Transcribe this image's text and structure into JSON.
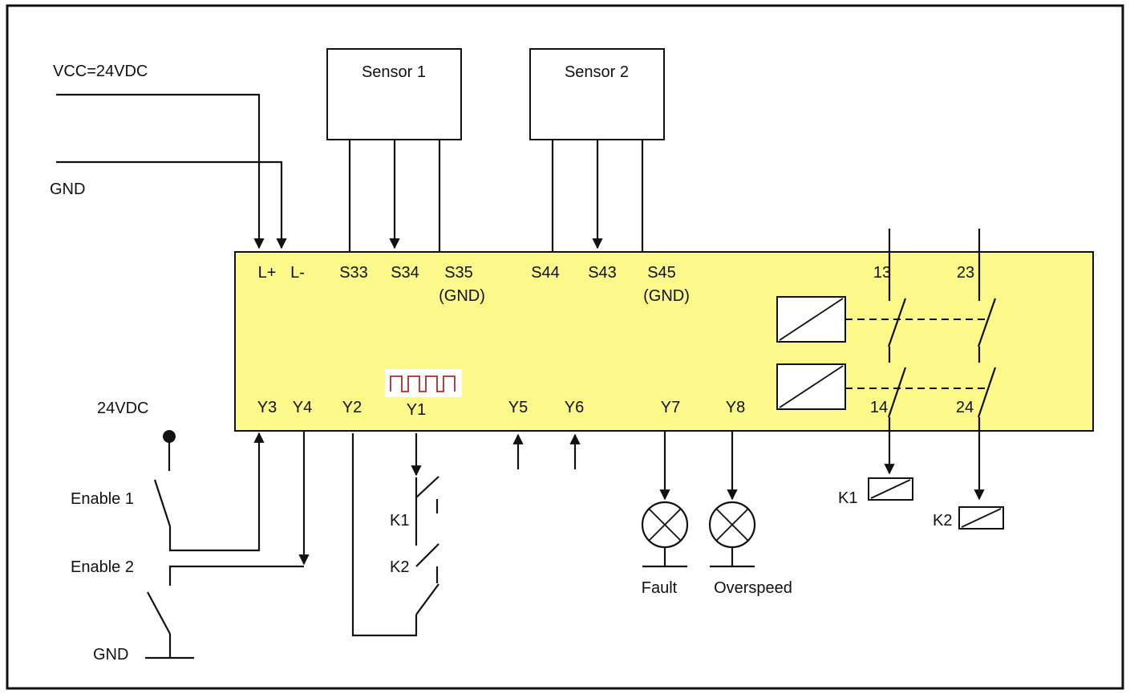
{
  "colors": {
    "module_fill": "#fcf88a",
    "pulse": "#b02a2a",
    "line": "#111111"
  },
  "labels": {
    "vcc": "VCC=24VDC",
    "gnd_top": "GND",
    "v24": "24VDC",
    "enable1": "Enable 1",
    "enable2": "Enable 2",
    "gnd_bottom": "GND",
    "sensor1": "Sensor 1",
    "sensor2": "Sensor 2",
    "fault": "Fault",
    "overspeed": "Overspeed",
    "k1_switch": "K1",
    "k2_switch": "K2",
    "k1_coil": "K1",
    "k2_coil": "K2"
  },
  "terminals": {
    "lplus": "L+",
    "lminus": "L-",
    "s33": "S33",
    "s34": "S34",
    "s35": "S35",
    "s35_sub": "(GND)",
    "s44": "S44",
    "s43": "S43",
    "s45": "S45",
    "s45_sub": "(GND)",
    "t13": "13",
    "t23": "23",
    "t14": "14",
    "t24": "24",
    "y3": "Y3",
    "y4": "Y4",
    "y2": "Y2",
    "y1": "Y1",
    "y5": "Y5",
    "y6": "Y6",
    "y7": "Y7",
    "y8": "Y8"
  }
}
